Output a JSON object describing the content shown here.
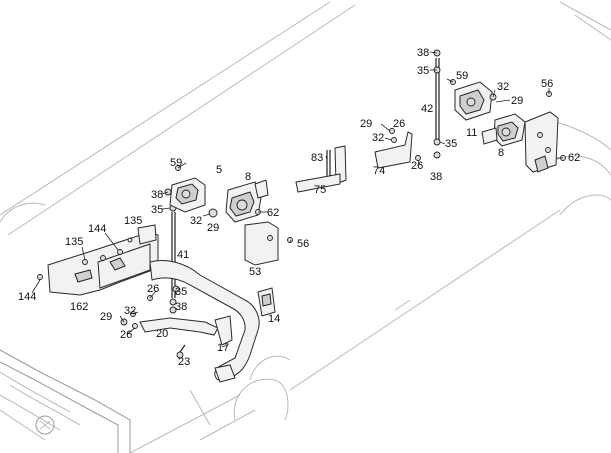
{
  "diagram": {
    "labels": [
      {
        "text": "38"
      },
      {
        "text": "35"
      },
      {
        "text": "59"
      },
      {
        "text": "32"
      },
      {
        "text": "29"
      },
      {
        "text": "56"
      },
      {
        "text": "42"
      },
      {
        "text": "29"
      },
      {
        "text": "26"
      },
      {
        "text": "32"
      },
      {
        "text": "11"
      },
      {
        "text": "83"
      },
      {
        "text": "35"
      },
      {
        "text": "8"
      },
      {
        "text": "74"
      },
      {
        "text": "26"
      },
      {
        "text": "62"
      },
      {
        "text": "38"
      },
      {
        "text": "75"
      },
      {
        "text": "59"
      },
      {
        "text": "5"
      },
      {
        "text": "8"
      },
      {
        "text": "38"
      },
      {
        "text": "35"
      },
      {
        "text": "32"
      },
      {
        "text": "29"
      },
      {
        "text": "62"
      },
      {
        "text": "144"
      },
      {
        "text": "135"
      },
      {
        "text": "135"
      },
      {
        "text": "41"
      },
      {
        "text": "56"
      },
      {
        "text": "53"
      },
      {
        "text": "144"
      },
      {
        "text": "26"
      },
      {
        "text": "35"
      },
      {
        "text": "38"
      },
      {
        "text": "162"
      },
      {
        "text": "32"
      },
      {
        "text": "29"
      },
      {
        "text": "26"
      },
      {
        "text": "20"
      },
      {
        "text": "14"
      },
      {
        "text": "17"
      },
      {
        "text": "23"
      }
    ]
  }
}
